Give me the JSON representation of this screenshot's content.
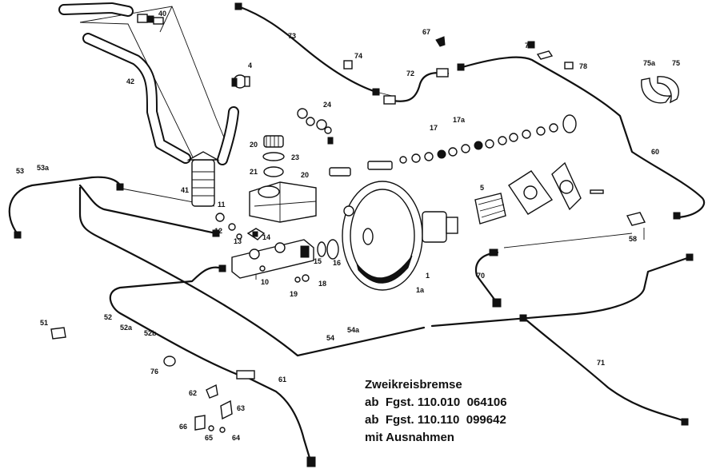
{
  "caption": {
    "title": "Zweikreisbremse",
    "line1": "ab  Fgst. 110.010  064106",
    "line2": "ab  Fgst. 110.110  099642",
    "line3": "mit Ausnahmen"
  },
  "callouts": {
    "n40": "40",
    "n73": "73",
    "n67": "67",
    "n77": "77",
    "n4": "4",
    "n74": "74",
    "n78": "78",
    "n75a": "75a",
    "n75": "75",
    "n42": "42",
    "n72": "72",
    "n24": "24",
    "n17a": "17a",
    "n17": "17",
    "n20a": "20",
    "n23": "23",
    "n21": "21",
    "n20b": "20",
    "n60": "60",
    "n53": "53",
    "n53a": "53a",
    "n41": "41",
    "n11": "11",
    "n5": "5",
    "n12": "12",
    "n13": "13",
    "n14": "14",
    "n58": "58",
    "n15": "15",
    "n16": "16",
    "n10": "10",
    "n70": "70",
    "n19": "19",
    "n18": "18",
    "n1": "1",
    "n1a": "1a",
    "n51": "51",
    "n52": "52",
    "n52a": "52a",
    "n52b": "52b",
    "n54a": "54a",
    "n54": "54",
    "n71": "71",
    "n76": "76",
    "n61": "61",
    "n62": "62",
    "n63": "63",
    "n66": "66",
    "n65": "65",
    "n64": "64"
  }
}
